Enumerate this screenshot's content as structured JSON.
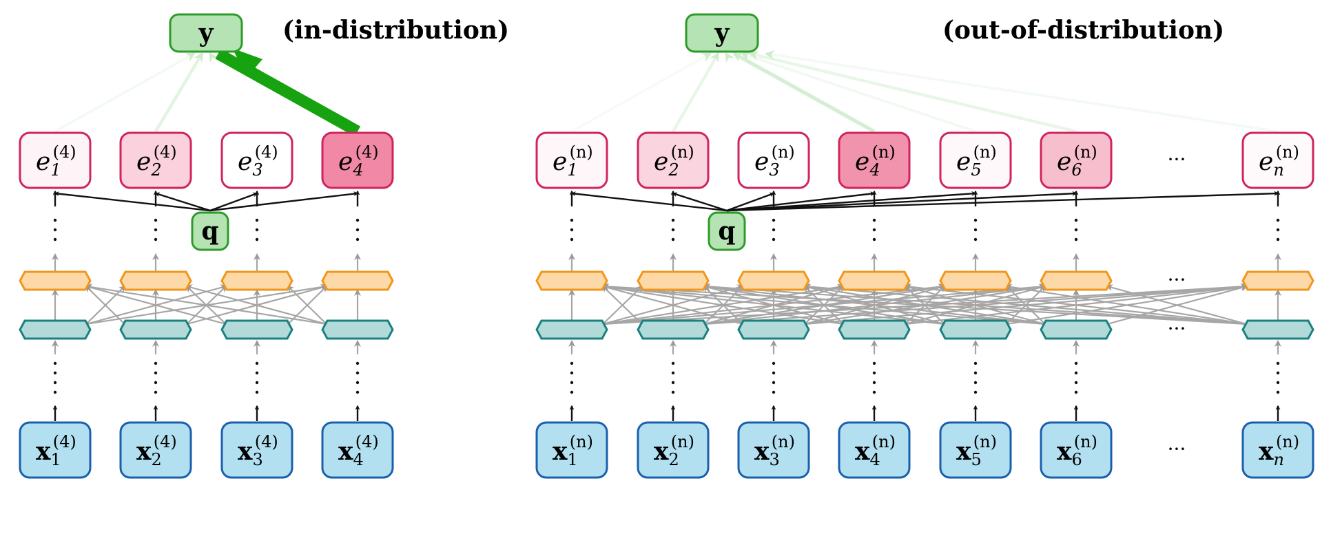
{
  "left_panel": {
    "caption": "(in-distribution)",
    "output_label": "y",
    "query_label": "q",
    "e_nodes": [
      {
        "base": "e",
        "sub": "1",
        "sup": "(4)"
      },
      {
        "base": "e",
        "sub": "2",
        "sup": "(4)"
      },
      {
        "base": "e",
        "sub": "3",
        "sup": "(4)"
      },
      {
        "base": "e",
        "sub": "4",
        "sup": "(4)"
      }
    ],
    "x_nodes": [
      {
        "base": "x",
        "sub": "1",
        "sup": "(4)"
      },
      {
        "base": "x",
        "sub": "2",
        "sup": "(4)"
      },
      {
        "base": "x",
        "sub": "3",
        "sup": "(4)"
      },
      {
        "base": "x",
        "sub": "4",
        "sup": "(4)"
      }
    ]
  },
  "right_panel": {
    "caption": "(out-of-distribution)",
    "output_label": "y",
    "query_label": "q",
    "ellipsis": "···",
    "e_nodes": [
      {
        "base": "e",
        "sub": "1",
        "sup": "(n)"
      },
      {
        "base": "e",
        "sub": "2",
        "sup": "(n)"
      },
      {
        "base": "e",
        "sub": "3",
        "sup": "(n)"
      },
      {
        "base": "e",
        "sub": "4",
        "sup": "(n)"
      },
      {
        "base": "e",
        "sub": "5",
        "sup": "(n)"
      },
      {
        "base": "e",
        "sub": "6",
        "sup": "(n)"
      },
      {
        "base": "e",
        "sub": "n",
        "sup": "(n)"
      }
    ],
    "x_nodes": [
      {
        "base": "x",
        "sub": "1",
        "sup": "(n)"
      },
      {
        "base": "x",
        "sub": "2",
        "sup": "(n)"
      },
      {
        "base": "x",
        "sub": "3",
        "sup": "(n)"
      },
      {
        "base": "x",
        "sub": "4",
        "sup": "(n)"
      },
      {
        "base": "x",
        "sub": "5",
        "sup": "(n)"
      },
      {
        "base": "x",
        "sub": "6",
        "sup": "(n)"
      },
      {
        "base": "x",
        "sub": "n",
        "sup": "(n)"
      }
    ]
  },
  "colors": {
    "e_border": "#d0245e",
    "x_fill": "#b3e0f0",
    "x_border": "#1a5fae",
    "orange_fill": "#fdd9a8",
    "orange_border": "#f0961c",
    "teal_fill": "#b2dad8",
    "teal_border": "#1b8080",
    "green_fill": "#b5e3b3",
    "green_border": "#2d9b2a",
    "arrow_green": "#17a310",
    "arrow_gray": "#a0a0a0",
    "black": "#111111"
  }
}
